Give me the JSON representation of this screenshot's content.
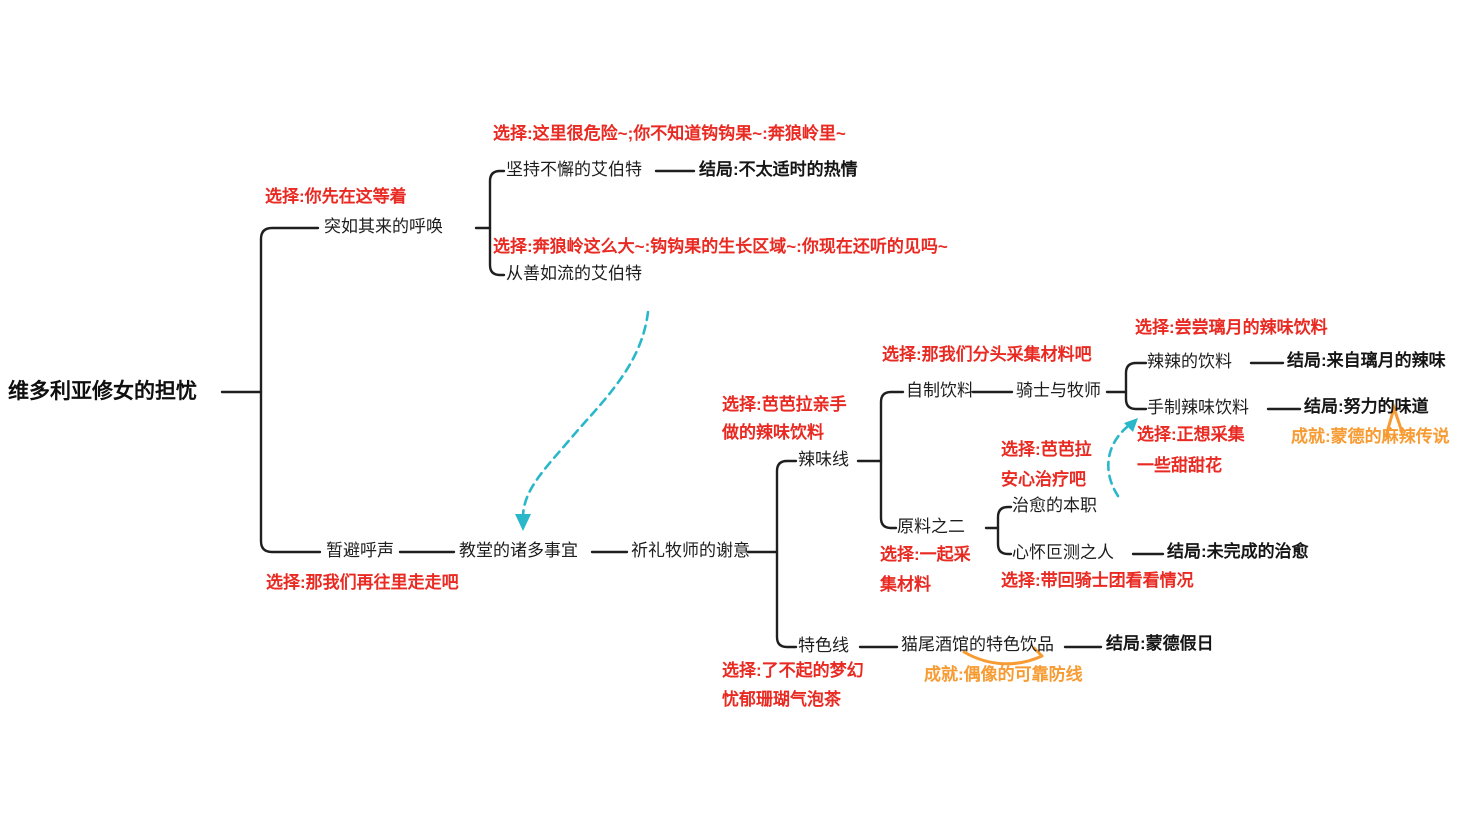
{
  "palette": {
    "choice_red": "#e92a23",
    "achievement_orange": "#f79b33",
    "arrow_teal": "#2ab7c9",
    "connector_black": "#1f1f1f",
    "background": "#ffffff"
  },
  "root": {
    "label": "维多利亚修女的担忧"
  },
  "sudden_call": {
    "choice": "选择:你先在这等着",
    "label": "突如其来的呼唤",
    "albert_persistent": {
      "choice": "选择:这里很危险~;你不知道钩钩果~:奔狼岭里~",
      "label": "坚持不懈的艾伯特",
      "ending": "结局:不太适时的热情"
    },
    "albert_amenable": {
      "choice": "选择:奔狼岭这么大~:钩钩果的生长区域~:你现在还听的见吗~",
      "label": "从善如流的艾伯特"
    }
  },
  "avoid_call": {
    "label": "暂避呼声",
    "choice": "选择:那我们再往里走走吧",
    "church": {
      "label": "教堂的诸多事宜"
    },
    "pastor": {
      "label": "祈礼牧师的谢意"
    },
    "spicy_line": {
      "label": "辣味线",
      "choice_line1": "选择:芭芭拉亲手",
      "choice_line2": "做的辣味饮料",
      "homemade": {
        "label": "自制饮料",
        "choice": "选择:那我们分头采集材料吧",
        "knight_pastor": {
          "label": "骑士与牧师",
          "spicy_drink": {
            "choice": "选择:尝尝璃月的辣味饮料",
            "label": "辣辣的饮料",
            "ending": "结局:来自璃月的辣味"
          },
          "handmade_drink": {
            "label": "手制辣味饮料",
            "ending": "结局:努力的味道",
            "choice_line1": "选择:正想采集",
            "choice_line2": "一些甜甜花",
            "achievement": "成就:蒙德的麻辣传说"
          }
        }
      },
      "ingredients": {
        "label": "原料之二",
        "choice_line1": "选择:一起采",
        "choice_line2": "集材料",
        "healing": {
          "label": "治愈的本职",
          "choice_line1": "选择:芭芭拉",
          "choice_line2": "安心治疗吧"
        },
        "sinister": {
          "label": "心怀叵测之人",
          "ending": "结局:未完成的治愈",
          "choice": "选择:带回骑士团看看情况"
        }
      }
    },
    "special_line": {
      "label": "特色线",
      "choice_line1": "选择:了不起的梦幻",
      "choice_line2": "忧郁珊瑚气泡茶",
      "cat_tail": {
        "label": "猫尾酒馆的特色饮品",
        "ending": "结局:蒙德假日",
        "achievement": "成就:偶像的可靠防线"
      }
    }
  }
}
